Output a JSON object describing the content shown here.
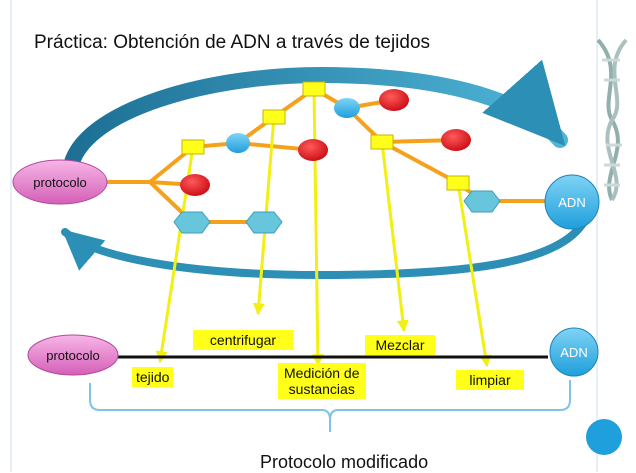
{
  "title": "Práctica: Obtención de ADN a través de tejidos",
  "subtitle": "Protocolo modificado",
  "nodes": {
    "protocol_top": "protocolo",
    "adn_top": "ADN",
    "protocol_bottom": "protocolo",
    "adn_bottom": "ADN"
  },
  "labels": {
    "tejido": "tejido",
    "centrifugar": "centrifugar",
    "medicion_1": "Medición de",
    "medicion_2": "sustancias",
    "mezclar": "Mezclar",
    "limpiar": "limpiar"
  },
  "colors": {
    "pink": "#e87bc9",
    "blue": "#41b3e7",
    "teal_arrow": "#2f8fb0",
    "yellow": "#ffff19",
    "orange": "#f6a11c",
    "red": "#e5121b",
    "light_cyan": "#67c6dc"
  }
}
